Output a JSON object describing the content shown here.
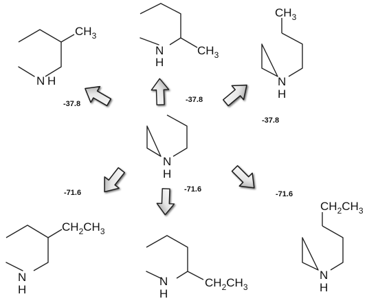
{
  "center": {
    "ring_atom": "N",
    "ring_h": "H"
  },
  "products": [
    {
      "id": "3-methyl",
      "label_main": "CH",
      "label_sub": "3",
      "energy": "-37.8"
    },
    {
      "id": "2-methyl",
      "label_main": "CH",
      "label_sub": "3",
      "energy": "-37.8"
    },
    {
      "id": "4-methyl",
      "label_main": "CH",
      "label_sub": "3",
      "energy": "-37.8"
    },
    {
      "id": "3-ethyl",
      "label_main": "CH",
      "label_sub": "2",
      "label_main2": "CH",
      "label_sub2": "3",
      "energy": "-71.6"
    },
    {
      "id": "2-ethyl",
      "label_main": "CH",
      "label_sub": "2",
      "label_main2": "CH",
      "label_sub2": "3",
      "energy": "-71.6"
    },
    {
      "id": "4-ethyl",
      "label_main": "CH",
      "label_sub": "2",
      "label_main2": "CH",
      "label_sub2": "3",
      "energy": "-71.6"
    }
  ],
  "colors": {
    "ink": "#111111",
    "arrow_light": "#ffffff",
    "arrow_dark": "#9a9a9a"
  }
}
